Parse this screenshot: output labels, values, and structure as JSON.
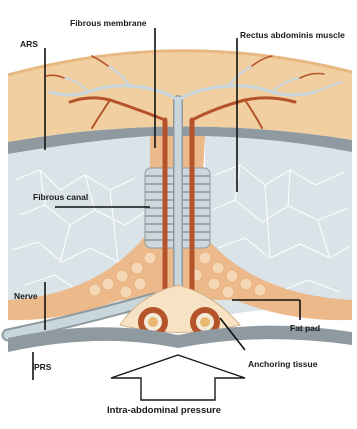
{
  "labels": {
    "ars": "ARS",
    "fibrous_membrane": "Fibrous membrane",
    "rectus_abdominis_muscle": "Rectus abdominis muscle",
    "fibrous_canal": "Fibrous canal",
    "nerve": "Nerve",
    "prs": "PRS",
    "fat_pad": "Fat pad",
    "anchoring_tissue": "Anchoring tissue",
    "intra_abdominal_pressure": "Intra-abdominal pressure"
  },
  "colors": {
    "skin": "#f2cfa0",
    "skin_edge": "#e7b982",
    "vessel": "#b5532a",
    "nerve_fiber": "#c9d6dc",
    "sheath": "#8e9aa0",
    "muscle": "#d9e3e8",
    "muscle_dark": "#b9c7ce",
    "fat": "#f0c49a",
    "vessel_lumen": "#e9b86e"
  }
}
